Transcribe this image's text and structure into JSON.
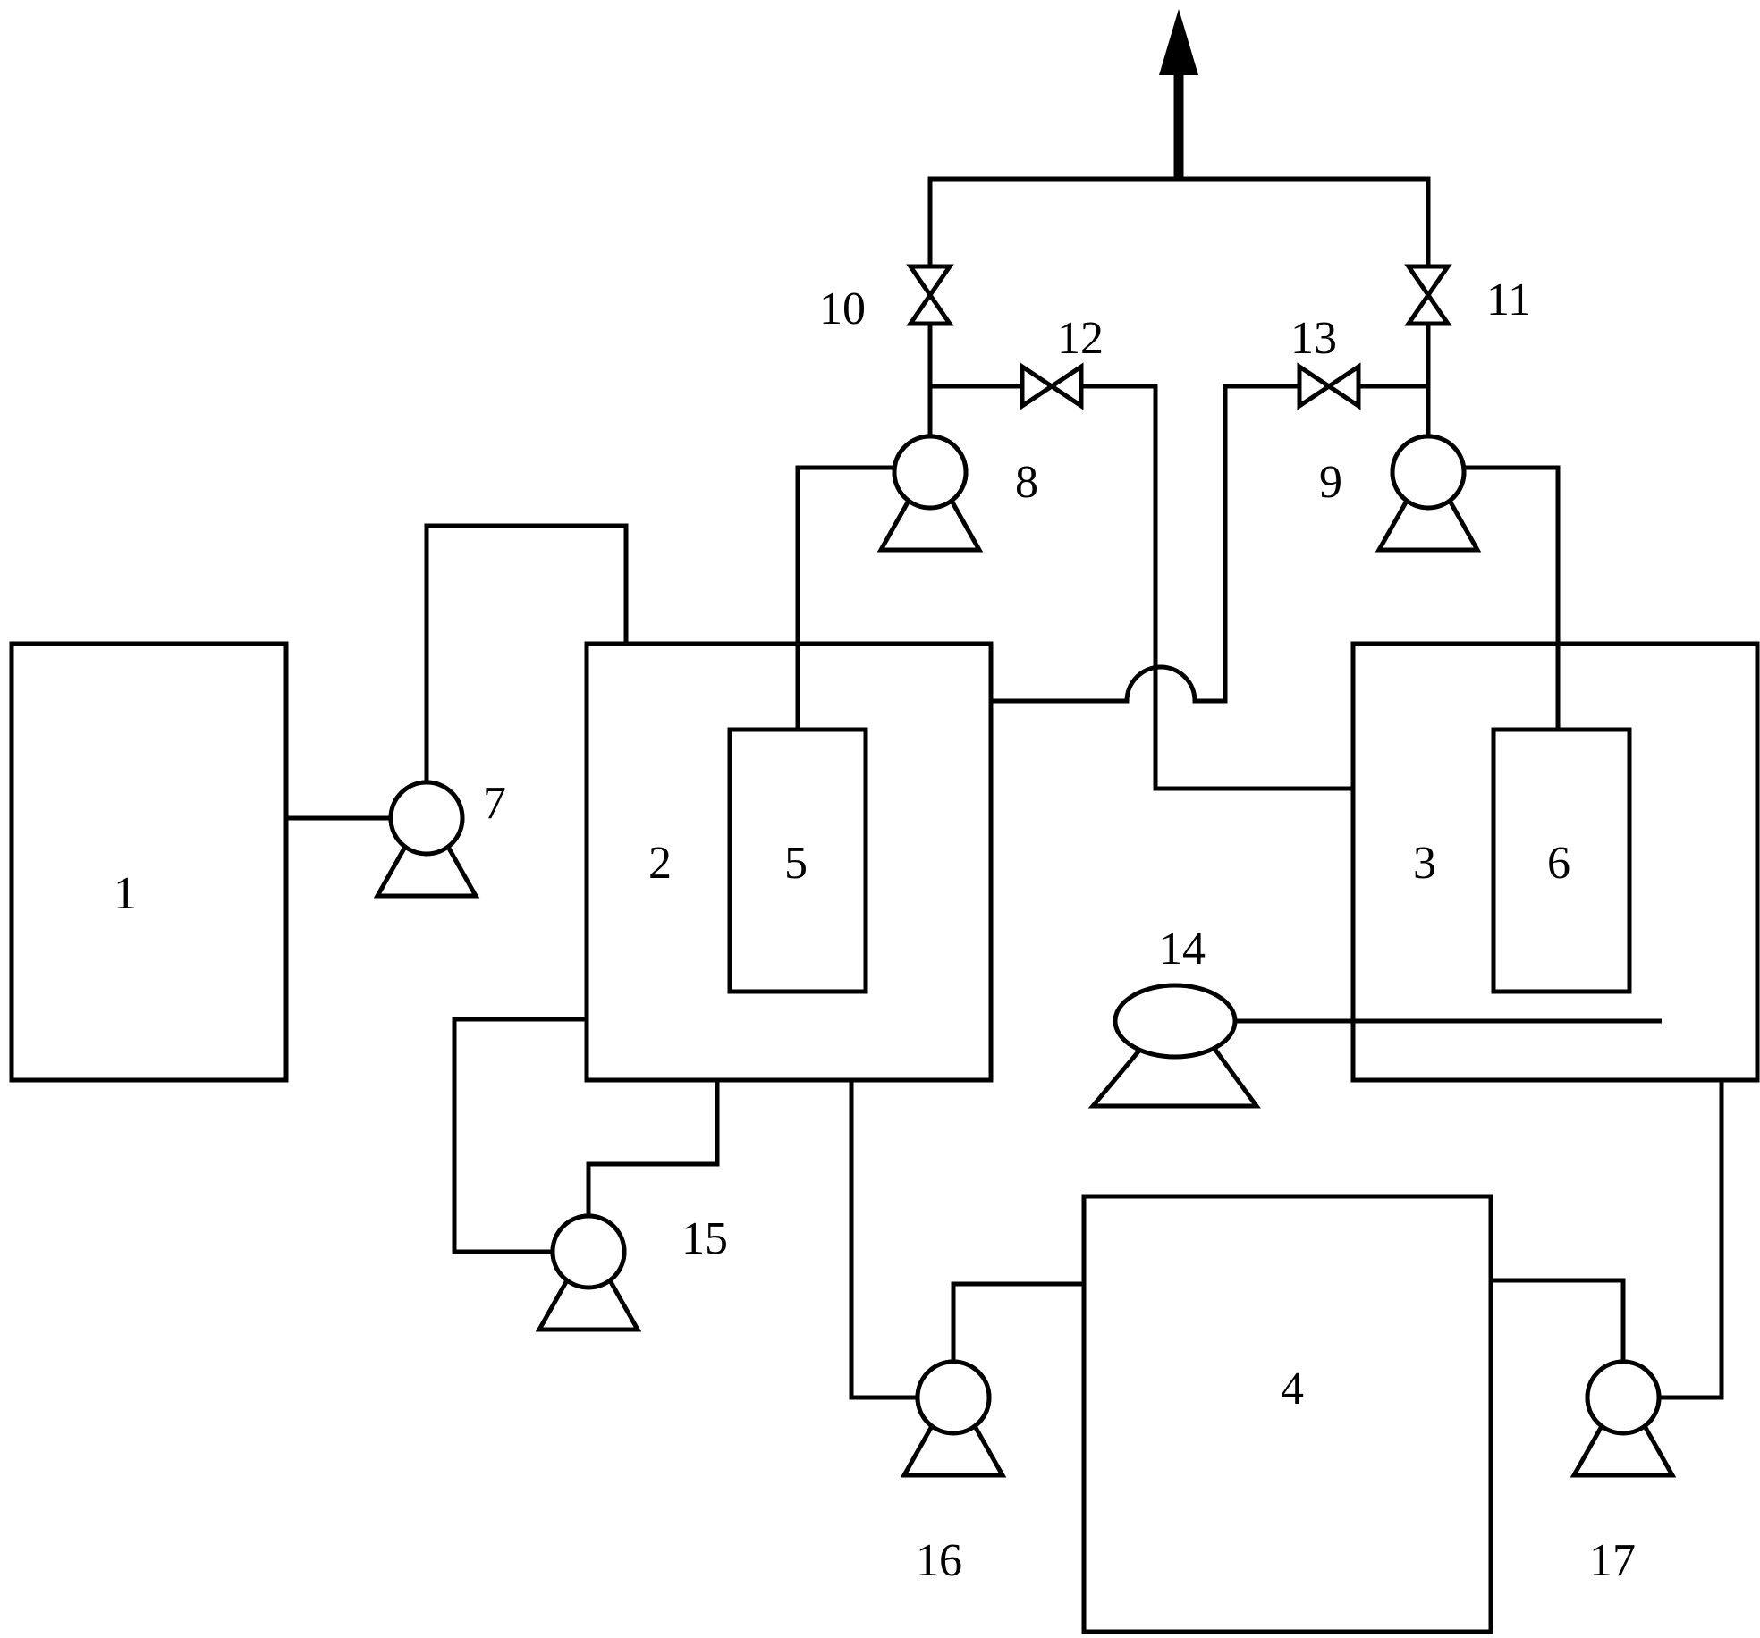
{
  "diagram": {
    "labels": {
      "tank_1": "1",
      "tank_2": "2",
      "tank_3": "3",
      "tank_4": "4",
      "module_5": "5",
      "module_6": "6",
      "pump_7": "7",
      "pump_8": "8",
      "pump_9": "9",
      "valve_10": "10",
      "valve_11": "11",
      "valve_12": "12",
      "valve_13": "13",
      "blower_14": "14",
      "pump_15": "15",
      "pump_16": "16",
      "pump_17": "17"
    }
  }
}
